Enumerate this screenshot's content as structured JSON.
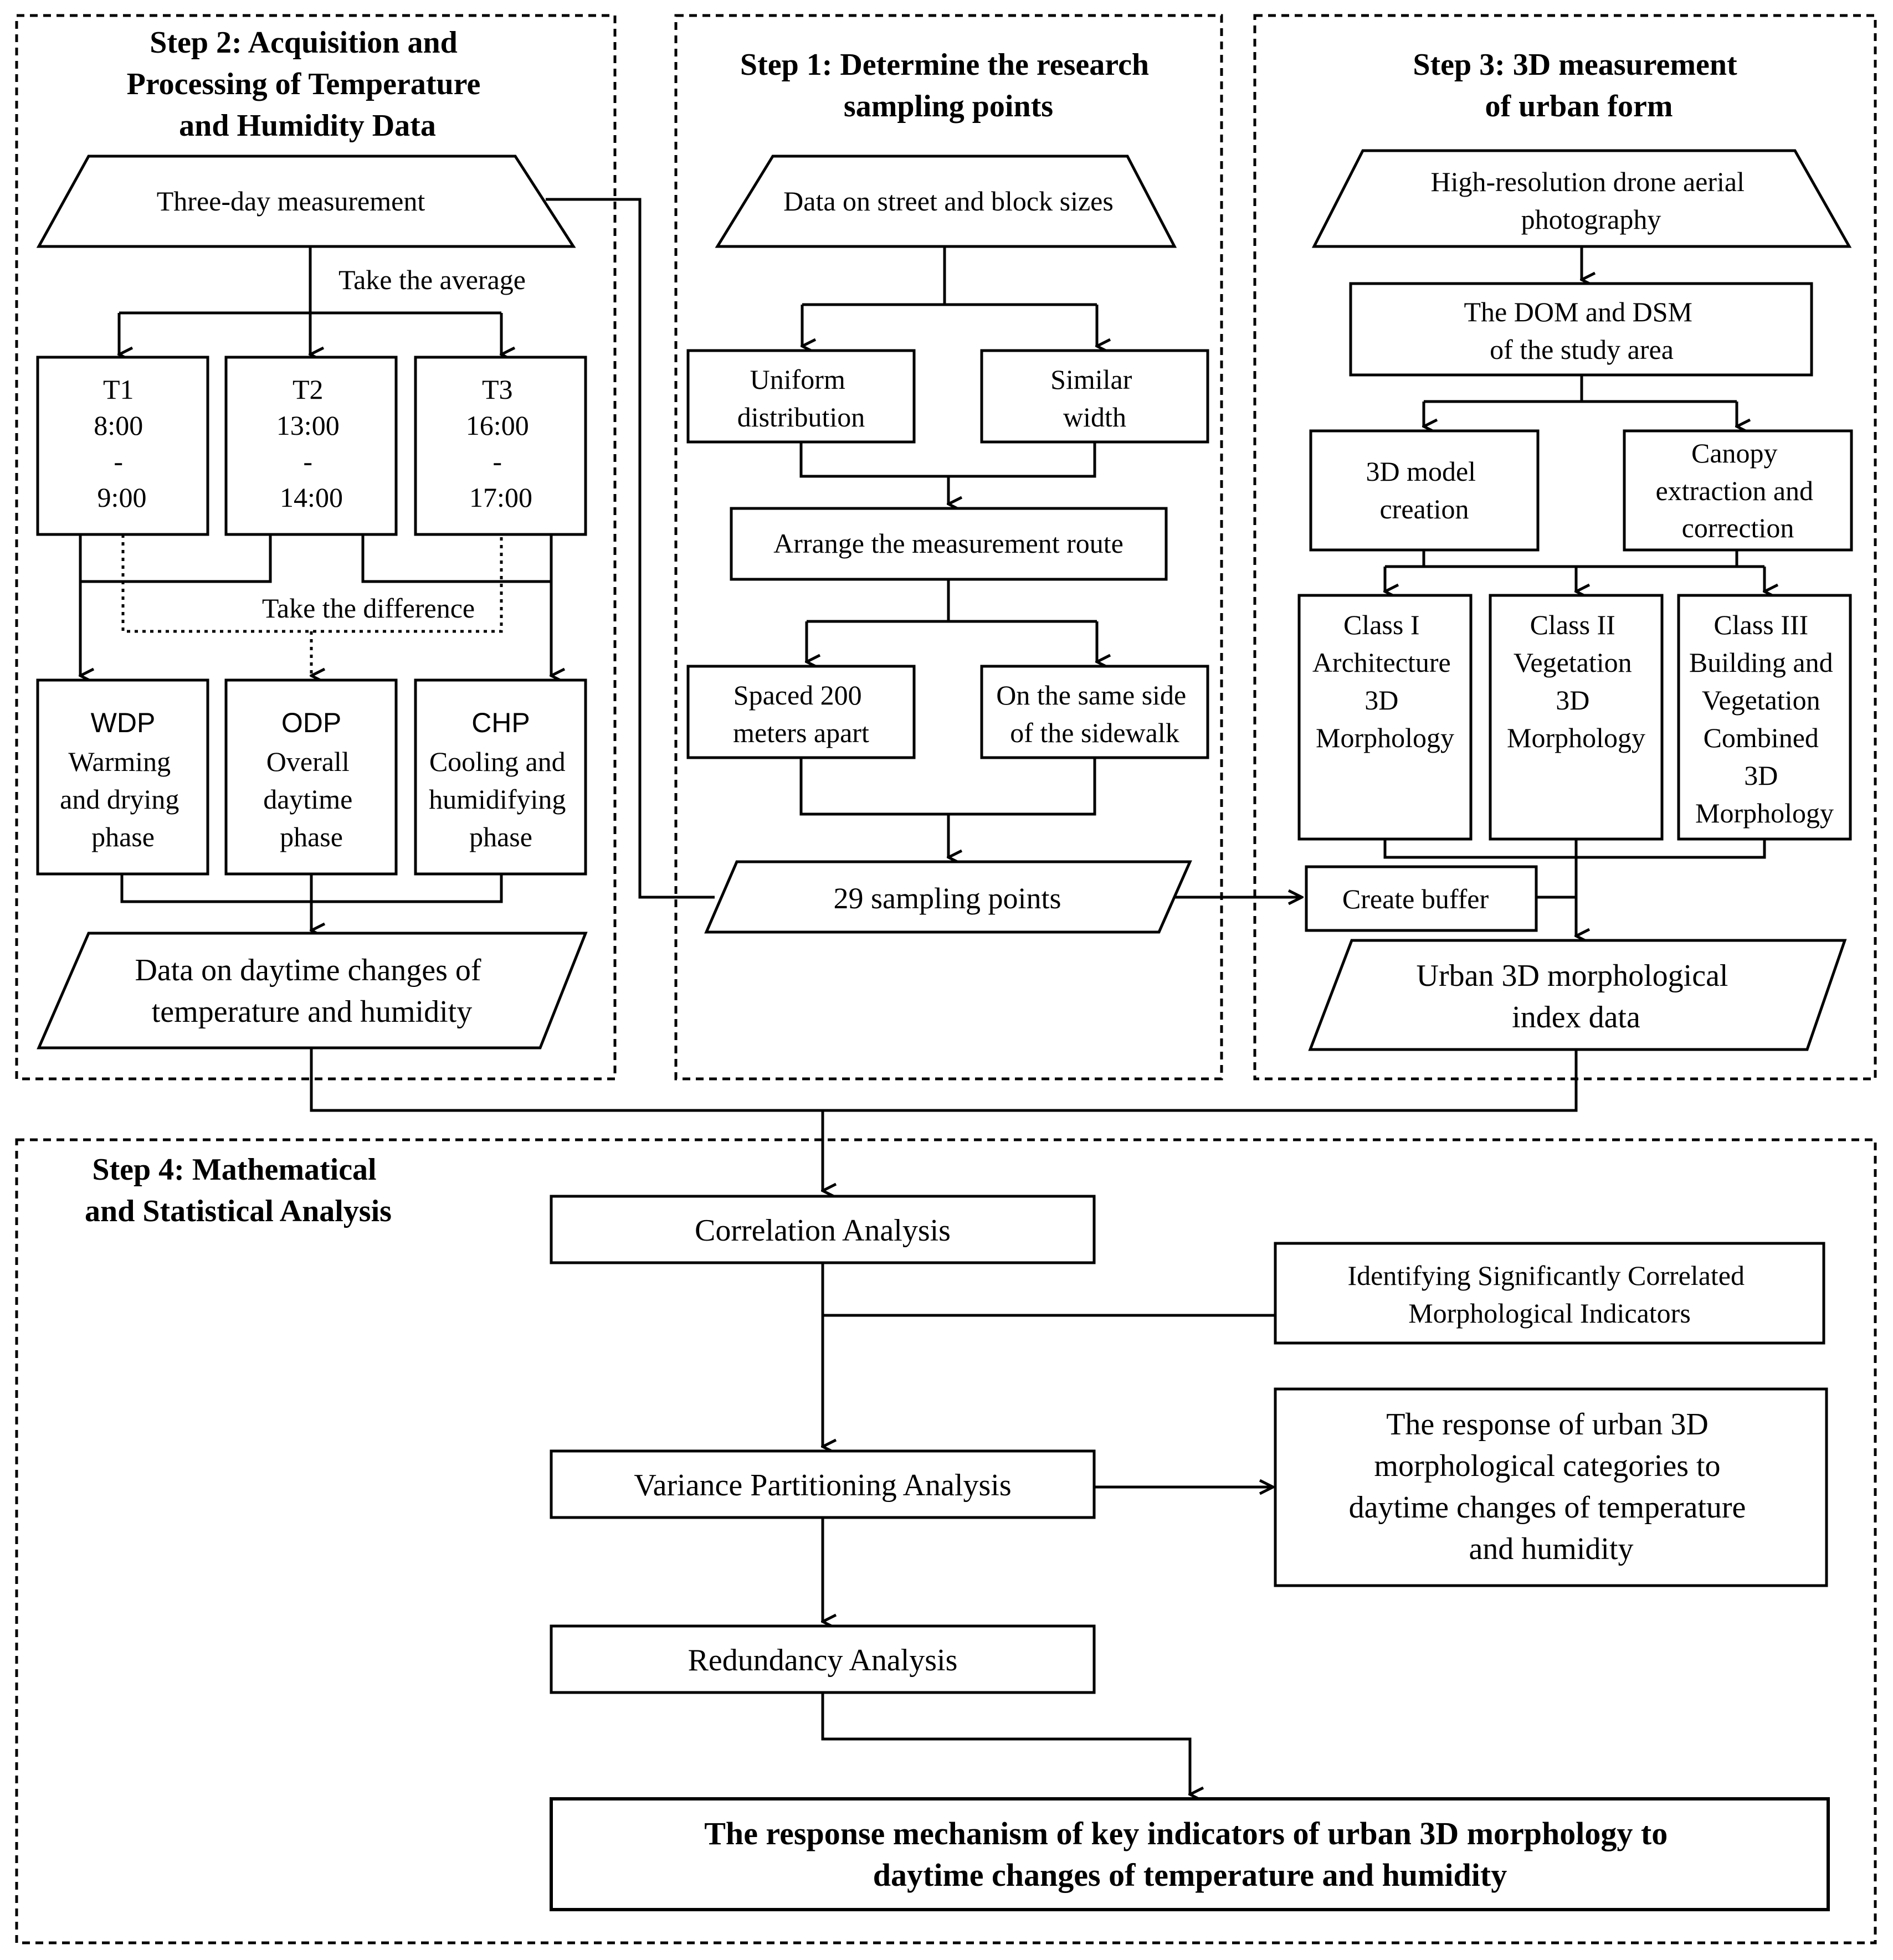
{
  "steps": {
    "step1": {
      "title_lines": [
        "Step 1: Determine the research",
        "sampling points"
      ]
    },
    "step2": {
      "title_lines": [
        "Step 2: Acquisition and",
        "Processing of Temperature",
        "and Humidity Data"
      ]
    },
    "step3": {
      "title_lines": [
        "Step 3: 3D measurement",
        "of urban form"
      ]
    },
    "step4": {
      "title_lines": [
        "Step 4: Mathematical",
        "and Statistical Analysis"
      ]
    }
  },
  "step1": {
    "input": "Data on street and block sizes",
    "uniform": [
      "Uniform",
      "distribution"
    ],
    "similar": [
      "Similar",
      "width"
    ],
    "route": "Arrange the measurement route",
    "spaced": [
      "Spaced 200",
      "meters apart"
    ],
    "same_side": [
      "On the same side",
      "of the sidewalk"
    ],
    "output": "29 sampling points"
  },
  "step2": {
    "input": "Three-day measurement",
    "average_label": "Take the average",
    "difference_label": "Take the difference",
    "periods": [
      {
        "lines": [
          "T1",
          "8:00",
          "-",
          "9:00"
        ]
      },
      {
        "lines": [
          "T2",
          "13:00",
          "-",
          "14:00"
        ]
      },
      {
        "lines": [
          "T3",
          "16:00",
          "-",
          "17:00"
        ]
      }
    ],
    "phases": [
      {
        "lines": [
          "WDP",
          "Warming",
          "and drying",
          "phase"
        ]
      },
      {
        "lines": [
          "ODP",
          "Overall",
          "daytime",
          "phase"
        ]
      },
      {
        "lines": [
          "CHP",
          "Cooling and",
          "humidifying",
          "phase"
        ]
      }
    ],
    "output": [
      "Data on daytime changes of",
      "temperature and humidity"
    ]
  },
  "step3": {
    "input": [
      "High-resolution drone aerial",
      "photography"
    ],
    "dom_dsm": [
      "The DOM and DSM",
      "of the study area"
    ],
    "model": [
      "3D model",
      "creation"
    ],
    "canopy": [
      "Canopy",
      "extraction and",
      "correction"
    ],
    "classes": [
      {
        "lines": [
          "Class I",
          "Architecture",
          "3D",
          "Morphology"
        ]
      },
      {
        "lines": [
          "Class II",
          "Vegetation",
          "3D",
          "Morphology"
        ]
      },
      {
        "lines": [
          "Class III",
          "Building and",
          "Vegetation",
          "Combined",
          "3D",
          "Morphology"
        ]
      }
    ],
    "buffer": "Create buffer",
    "output": [
      "Urban 3D morphological",
      "index data"
    ]
  },
  "step4": {
    "correlation": "Correlation Analysis",
    "identify": [
      "Identifying Significantly Correlated",
      "Morphological Indicators"
    ],
    "variance": "Variance Partitioning Analysis",
    "response": [
      "The response of urban 3D",
      "morphological categories to",
      "daytime changes of temperature",
      "and humidity"
    ],
    "redundancy": "Redundancy Analysis",
    "final": [
      "The response mechanism of key indicators of urban 3D morphology to",
      "daytime changes of temperature and humidity"
    ]
  }
}
